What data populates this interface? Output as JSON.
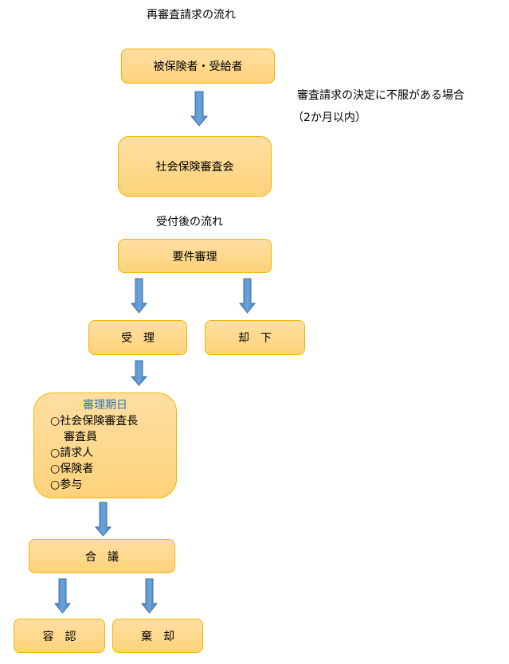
{
  "title": "再審査請求の流れ",
  "step1": "被保険者・受給者",
  "note_line1": "審査請求の決定に不服がある場合",
  "note_line2": "（2か月以内）",
  "step2": "社会保険審査会",
  "subtitle": "受付後の流れ",
  "step3": "要件審理",
  "accept": "受　理",
  "reject": "却　下",
  "hearing": {
    "heading": "審理期日",
    "items": [
      "○社会保険審査長",
      "審査員",
      "○請求人",
      "○保険者",
      "○参与"
    ]
  },
  "council": "合　議",
  "approve": "容　認",
  "dismiss": "棄　却",
  "colors": {
    "box_fill": "#fdd78a",
    "box_border": "#f2b400",
    "arrow": "#5b9bd5",
    "heading": "#2e75b6"
  }
}
